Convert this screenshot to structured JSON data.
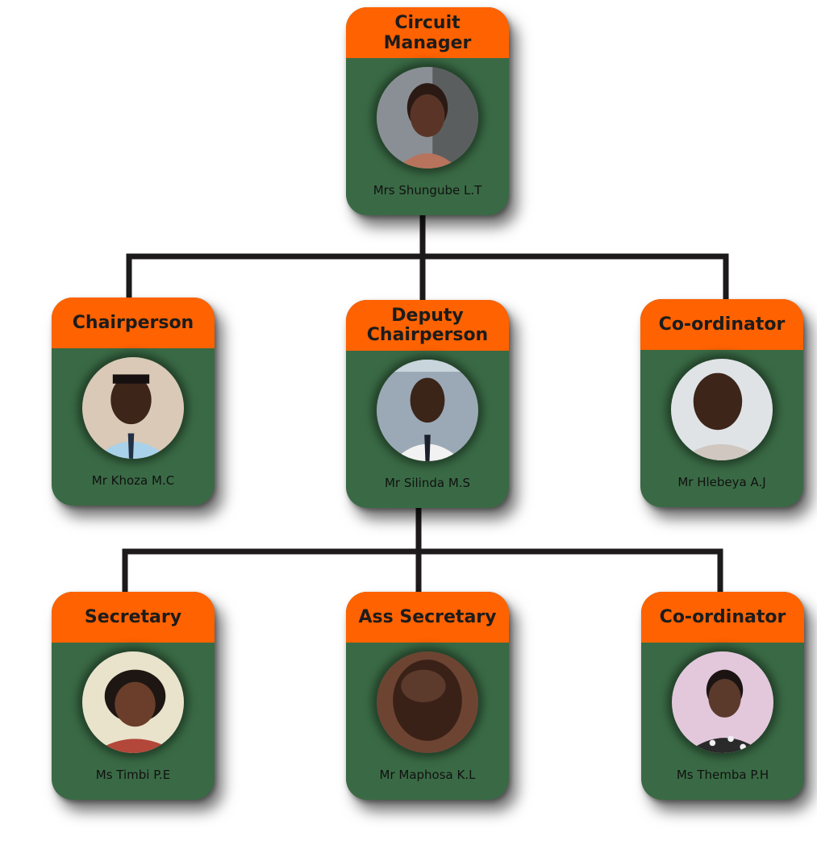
{
  "chart": {
    "top": {
      "role": "Circuit Manager",
      "name": "Mrs Shungube L.T"
    },
    "level2": [
      {
        "role": "Chairperson",
        "name": "Mr Khoza M.C"
      },
      {
        "role": "Deputy Chairperson",
        "name": "Mr Silinda M.S"
      },
      {
        "role": "Co-ordinator",
        "name": "Mr Hlebeya A.J"
      }
    ],
    "level3": [
      {
        "role": "Secretary",
        "name": "Ms Timbi P.E"
      },
      {
        "role": "Ass Secretary",
        "name": "Mr Maphosa K.L"
      },
      {
        "role": "Co-ordinator",
        "name": "Ms Themba P.H"
      }
    ]
  },
  "colors": {
    "header": "#ff6200",
    "card": "#3a6a45",
    "connector": "#1d1a1c"
  }
}
